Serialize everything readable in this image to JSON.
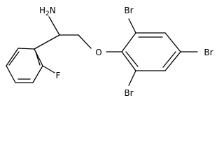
{
  "molecule": {
    "labels": {
      "amine": "NH2",
      "amine_main": "H",
      "amine_prefix": "",
      "amine_sub": "2",
      "amine_n": "N",
      "ether_oxygen": "O",
      "fluorine": "F",
      "bromine_top": "Br",
      "bromine_right": "Br",
      "bromine_bottom": "Br"
    },
    "colors": {
      "bond": "#000000",
      "label": "#000000",
      "background": "#ffffff"
    }
  }
}
